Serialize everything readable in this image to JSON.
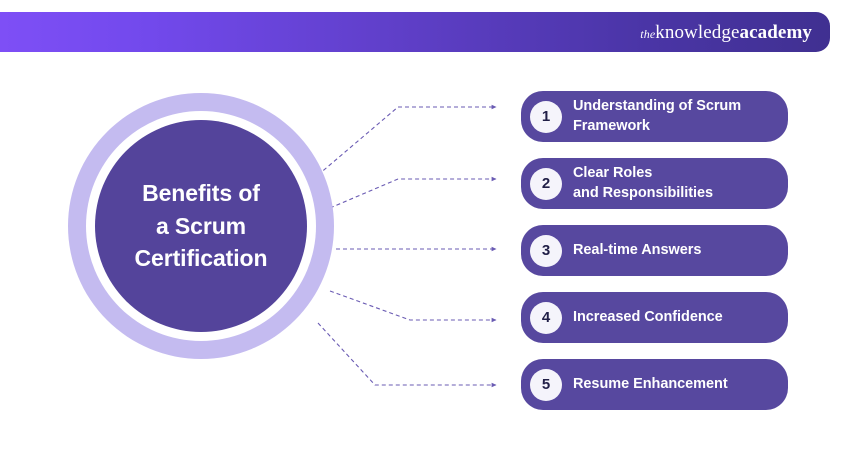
{
  "header": {
    "logo": {
      "the": "the",
      "knowledge": "knowledge",
      "academy": "academy"
    },
    "gradient_from": "#7e4ff6",
    "gradient_to": "#403091"
  },
  "hub": {
    "title": "Benefits of\na Scrum\nCertification",
    "ring_color": "#c4bbf0",
    "core_color": "#54449b"
  },
  "items": [
    {
      "number": "1",
      "label": "Understanding of Scrum\nFramework"
    },
    {
      "number": "2",
      "label": "Clear Roles\nand Responsibilities"
    },
    {
      "number": "3",
      "label": "Real-time Answers"
    },
    {
      "number": "4",
      "label": "Increased Confidence"
    },
    {
      "number": "5",
      "label": "Resume Enhancement"
    }
  ],
  "colors": {
    "pill": "#57489f",
    "badge_bg": "#f5f4fb",
    "badge_text": "#211f47",
    "connector": "#6a5bb3",
    "background": "#ffffff"
  }
}
